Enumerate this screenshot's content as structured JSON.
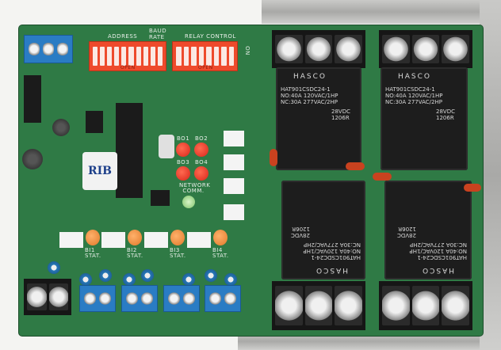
{
  "board": {
    "address_label": "ADDRESS",
    "baud_label": "BAUD RATE",
    "relay_control_label": "RELAY CONTROL",
    "dip_on_label": "ON",
    "dip_open_label": "OPEN",
    "network_label": "NETWORK COMM.",
    "logo": "RIB",
    "outputs": [
      "BO1",
      "BO2",
      "BO3",
      "BO4"
    ],
    "inputs": [
      "BI1 STAT.",
      "BI2 STAT.",
      "BI3 STAT.",
      "BI4 STAT."
    ]
  },
  "relays": [
    {
      "brand": "HASCO",
      "text": "HAT901CSDC24-1\nNO:40A 120VAC/1HP\nNC:30A 277VAC/2HP",
      "rating": "28VDC\n1206R"
    },
    {
      "brand": "HASCO",
      "text": "HAT901CSDC24-1\nNO:40A 120VAC/1HP\nNC:30A 277VAC/2HP",
      "rating": "28VDC\n1206R"
    },
    {
      "brand": "HASCO",
      "text": "HAT901CSDC24-1\nNO:40A 120VAC/1HP\nNC:30A 277VAC/2HP",
      "rating": "28VDC\n1206R"
    },
    {
      "brand": "HASCO",
      "text": "HAT901CSDC24-1\nNO:40A 120VAC/1HP\nNC:30A 277VAC/2HP",
      "rating": "28VDC\n1206R"
    }
  ],
  "colors": {
    "pcb": "#2f7a45",
    "dip": "#ee4a2c",
    "led_red": "#e8321f",
    "terminal_blue": "#2a7cc4"
  }
}
